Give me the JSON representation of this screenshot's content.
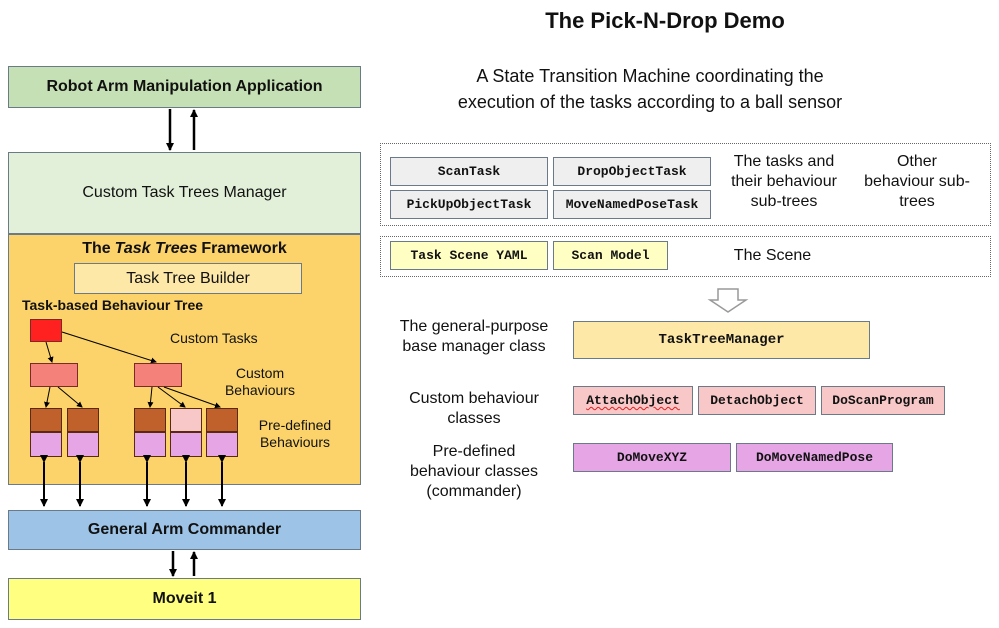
{
  "title": "The Pick-N-Drop Demo",
  "subtitle_line1": "A State Transition Machine coordinating the",
  "subtitle_line2": "execution of the tasks according to a ball sensor",
  "left_stack": {
    "app": "Robot Arm Manipulation Application",
    "manager": "Custom Task Trees Manager",
    "framework_title_pre": "The ",
    "framework_title_em": "Task Trees",
    "framework_title_post": " Framework",
    "builder": "Task Tree Builder",
    "tree_label": "Task-based Behaviour Tree",
    "custom_tasks": "Custom Tasks",
    "custom_behaviours_1": "Custom",
    "custom_behaviours_2": "Behaviours",
    "predefined_1": "Pre-defined",
    "predefined_2": "Behaviours",
    "commander": "General Arm Commander",
    "moveit": "Moveit 1"
  },
  "tasks_panel": {
    "items": [
      "ScanTask",
      "DropObjectTask",
      "PickUpObjectTask",
      "MoveNamedPoseTask"
    ],
    "label1_lines": [
      "The tasks and",
      "their behaviour",
      "sub-trees"
    ],
    "label2_lines": [
      "Other",
      "behaviour sub-",
      "trees"
    ]
  },
  "scene_panel": {
    "items": [
      "Task Scene YAML",
      "Scan Model"
    ],
    "label": "The Scene"
  },
  "classes": {
    "general_label_lines": [
      "The general-purpose",
      "base manager class"
    ],
    "manager_class": "TaskTreeManager",
    "custom_label_lines": [
      "Custom behaviour",
      "classes"
    ],
    "custom_items": [
      "AttachObject",
      "DetachObject",
      "DoScanProgram"
    ],
    "predefined_label_lines": [
      "Pre-defined",
      "behaviour classes",
      "(commander)"
    ],
    "predefined_items": [
      "DoMoveXYZ",
      "DoMoveNamedPose"
    ]
  },
  "colors": {
    "green": "#c5e0b4",
    "light_green": "#e2f0d9",
    "framework_orange": "#fcd36a",
    "builder": "#fde8a8",
    "blue": "#9dc3e6",
    "yellow": "#ffff80",
    "task_red": "#ff2020",
    "behaviour_salmon": "#f4827a",
    "leaf_brown": "#c0602a",
    "leaf_pink": "#f8c8c8",
    "leaf_violet": "#e6a6e6",
    "gray_task": "#efefef",
    "scene_yellow": "#ffffc4",
    "manager_class": "#fde8a8",
    "custom_class": "#f8c8c8",
    "predef_class": "#e6a6e6"
  }
}
